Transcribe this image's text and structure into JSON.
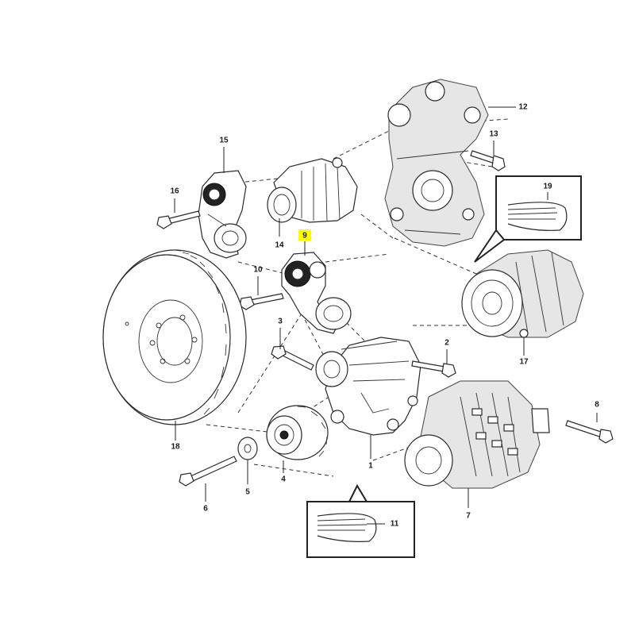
{
  "callouts": {
    "c1": "1",
    "c2": "2",
    "c3": "3",
    "c4": "4",
    "c5": "5",
    "c6": "6",
    "c7": "7",
    "c8": "8",
    "c9": "9",
    "c10": "10",
    "c11": "11",
    "c12": "12",
    "c13": "13",
    "c14": "14",
    "c15": "15",
    "c16": "16",
    "c17": "17",
    "c18": "18",
    "c19": "19"
  },
  "highlight_color": "#ffff00"
}
